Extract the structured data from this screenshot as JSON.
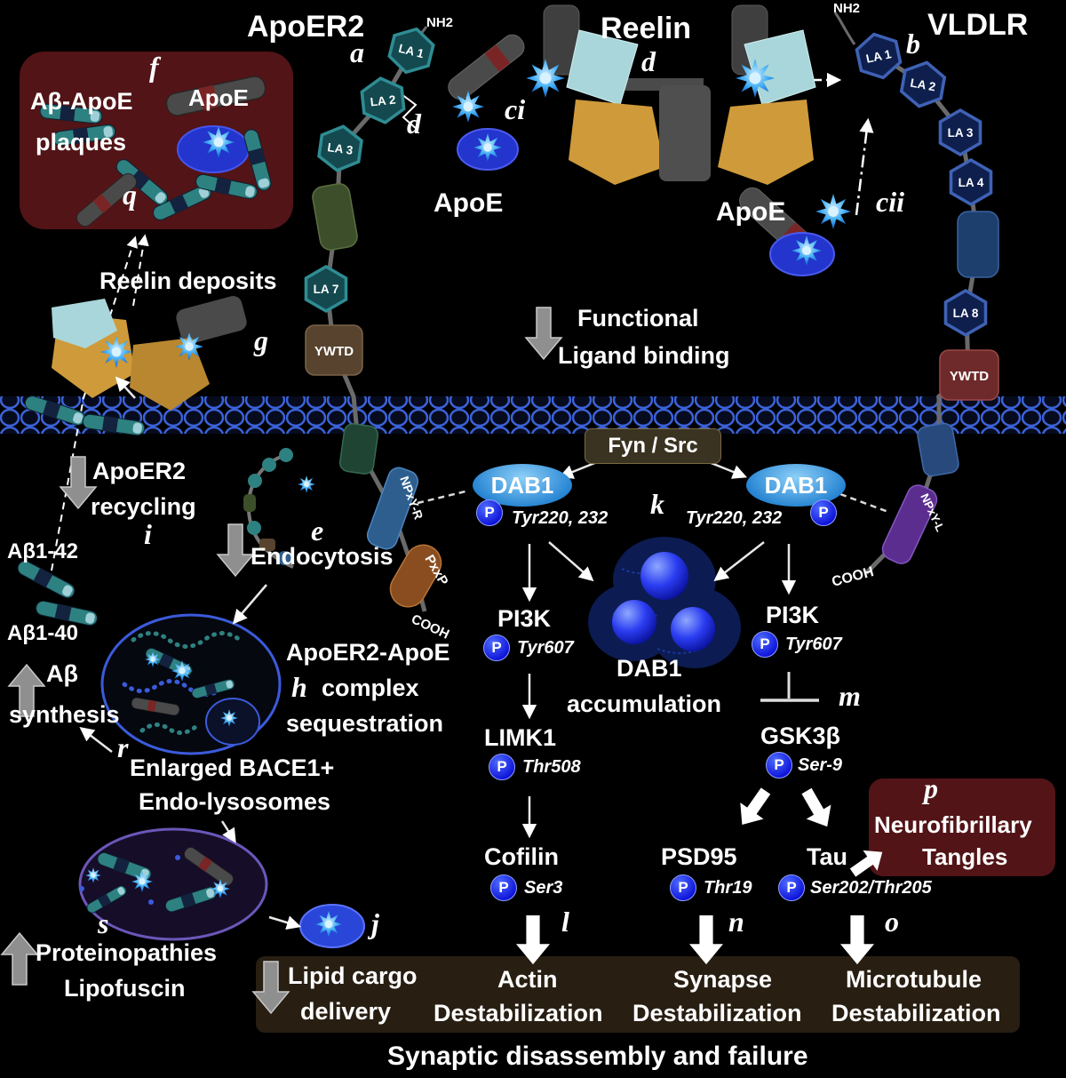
{
  "p_badge": "P",
  "header": {
    "apoer2": "ApoER2",
    "reelin": "Reelin",
    "vldlr": "VLDLR",
    "nh2_left": "NH2",
    "nh2_right": "NH2"
  },
  "letters": {
    "a": "a",
    "b": "b",
    "ci": "ci",
    "cii": "cii",
    "d": "d",
    "e": "e",
    "f": "f",
    "g": "g",
    "h": "h",
    "i": "i",
    "j": "j",
    "k": "k",
    "l": "l",
    "m": "m",
    "n": "n",
    "o": "o",
    "p": "p",
    "q": "q",
    "r": "r",
    "s": "s"
  },
  "apoer2": {
    "la": [
      "LA 1",
      "LA 2",
      "LA 3",
      "LA 7"
    ],
    "ywtd": "YWTD",
    "npxy": "NPxY-R",
    "pxxp": "PxxP",
    "cooh": "COOH"
  },
  "vldlr": {
    "la": [
      "LA 1",
      "LA 2",
      "LA 3",
      "LA 4",
      "LA 8"
    ],
    "ywtd": "YWTD",
    "npxy": "NPxY-L",
    "cooh": "COOH"
  },
  "apoe_left": "ApoE",
  "apoe_right": "ApoE",
  "plaques": {
    "line1": "Aβ-ApoE",
    "line2": "plaques",
    "apoe": "ApoE"
  },
  "deposits": {
    "text": "Reelin deposits"
  },
  "ligand": {
    "line1": "Functional",
    "line2": "Ligand binding"
  },
  "fyn_src": "Fyn / Src",
  "dab1": {
    "name": "DAB1",
    "site": "Tyr220, 232"
  },
  "recycling": {
    "line1": "ApoER2",
    "line2": "recycling"
  },
  "endocytosis": "Endocytosis",
  "abeta": {
    "ab42": "Aβ1-42",
    "ab40": "Aβ1-40",
    "syn1": "Aβ",
    "syn2": "synthesis"
  },
  "sequestration": {
    "line1": "ApoER2-ApoE",
    "line2": "complex",
    "line3": "sequestration"
  },
  "lysosome": {
    "line1": "Enlarged BACE1+",
    "line2": "Endo-lysosomes"
  },
  "cascade": {
    "pi3k": "PI3K",
    "tyr607": "Tyr607",
    "limk1": "LIMK1",
    "thr508": "Thr508",
    "cofilin": "Cofilin",
    "ser3": "Ser3",
    "gsk3b": "GSK3β",
    "ser9": "Ser-9",
    "psd95": "PSD95",
    "thr19": "Thr19",
    "tau": "Tau",
    "ser202": "Ser202/Thr205",
    "acc1": "DAB1",
    "acc2": "accumulation"
  },
  "tangles": {
    "line1": "Neurofibrillary",
    "line2": "Tangles"
  },
  "proteo": {
    "line1": "Proteinopathies",
    "line2": "Lipofuscin"
  },
  "lipid": {
    "line1": "Lipid cargo",
    "line2": "delivery"
  },
  "outcomes": {
    "actin1": "Actin",
    "actin2": "Destabilization",
    "synapse1": "Synapse",
    "synapse2": "Destabilization",
    "micro1": "Microtubule",
    "micro2": "Destabilization"
  },
  "footer": "Synaptic disassembly and failure",
  "colors": {
    "background": "#000000",
    "dark_red_box": "#521417",
    "membrane_blue": "#3b62d8",
    "star_blue": "#45b0f5",
    "p_badge_blue": "#0d12d8",
    "dab1_blue": "#1f7fd0",
    "teal_domain": "#13494f",
    "navy_domain": "#0e1f4e"
  }
}
